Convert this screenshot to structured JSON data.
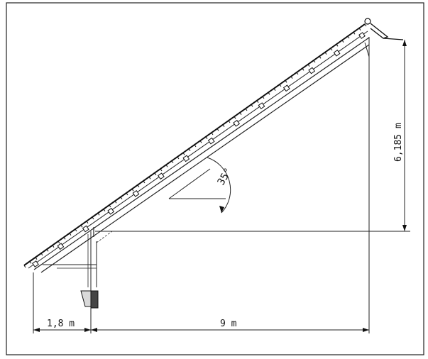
{
  "dimensions": {
    "eave_overhang": "1,8 m",
    "horizontal_span": "9 m",
    "rise": "6,185 m",
    "pitch_angle": "35°"
  }
}
